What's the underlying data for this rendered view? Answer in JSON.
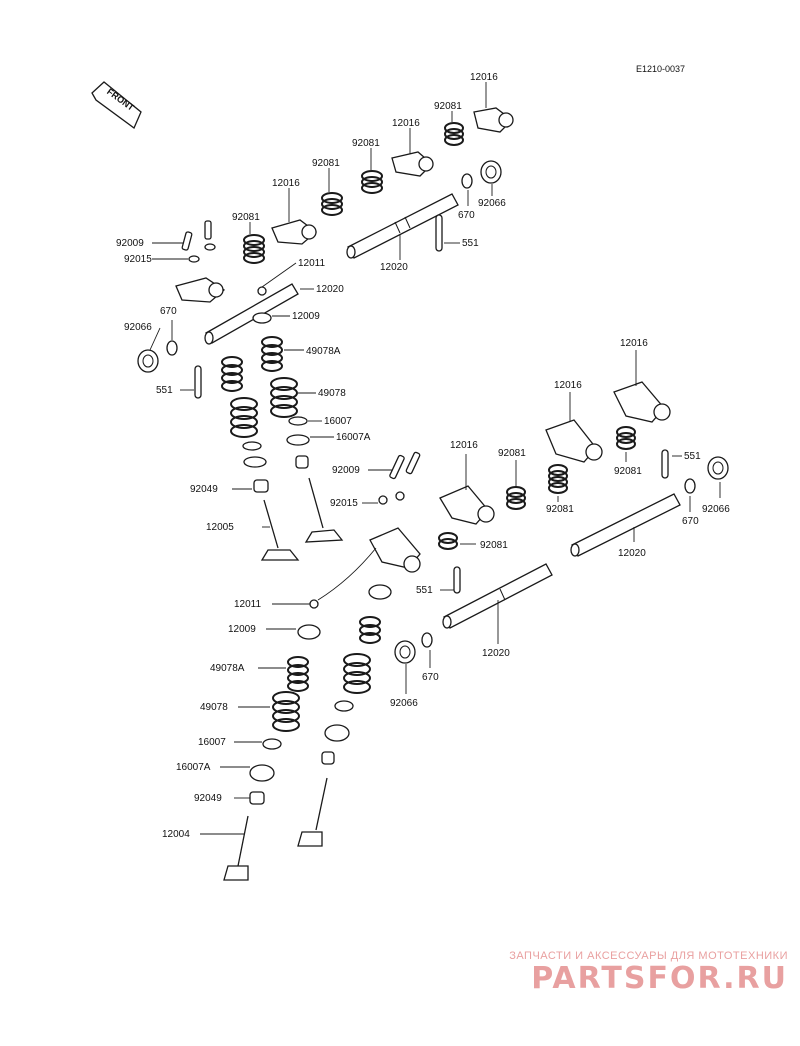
{
  "diagram": {
    "reference_code": "E1210-0037",
    "front_label": "FRONT",
    "labels": {
      "rocker_1": "12016",
      "rocker_2": "12016",
      "rocker_3": "12016",
      "spring_rocker_1": "92081",
      "spring_rocker_2": "92081",
      "spring_rocker_3": "92081",
      "shaft_1": "12020",
      "pin_1": "551",
      "oring_1": "670",
      "plug_1": "92066",
      "bolt_9200_left": "92009",
      "nut_92015_left": "92015",
      "adjuster_left": "12011",
      "shaft_left": "12020",
      "plug_left": "92066",
      "oring_left": "670",
      "retainer_left": "12009",
      "pin_left": "551",
      "spring_inner_left": "49078A",
      "spring_outer_left": "49078",
      "seat_left": "16007",
      "seat_a_left": "16007A",
      "seal_left": "92049",
      "valve_left": "12005",
      "rocker_4": "12016",
      "rocker_5": "12016",
      "rocker_6": "12016",
      "spring_rocker_4": "92081",
      "spring_rocker_5": "92081",
      "spring_rocker_6": "92081",
      "spring_rocker_7": "92081",
      "pin_right": "551",
      "plug_right": "92066",
      "oring_right": "670",
      "shaft_right": "12020",
      "bolt_9200_center": "92009",
      "nut_92015_center": "92015",
      "pin_lower": "551",
      "shaft_lower": "12020",
      "oring_lower": "670",
      "plug_lower": "92066",
      "adjuster_lower": "12011",
      "retainer_lower": "12009",
      "spring_inner_lower": "49078A",
      "spring_outer_lower": "49078",
      "seat_lower": "16007",
      "seat_a_lower": "16007A",
      "seal_lower": "92049",
      "valve_lower": "12004"
    }
  },
  "watermark": {
    "subtitle": "ЗАПЧАСТИ И АКСЕССУАРЫ ДЛЯ МОТОТЕХНИКИ",
    "logo": "PARTSFOR.RU"
  },
  "colors": {
    "line": "#1a1a1a",
    "watermark": "#e8a0a0"
  }
}
